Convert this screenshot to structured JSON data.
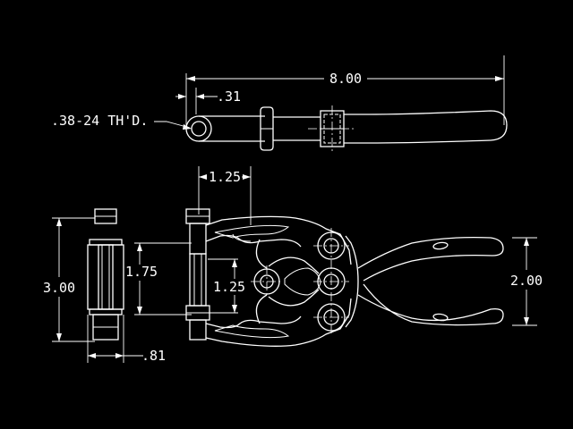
{
  "drawing": {
    "dimensions": {
      "overall_length": "8.00",
      "thread_offset": ".31",
      "thread_callout": ".38-24 TH'D.",
      "jaw_offset": "1.25",
      "body_height": "3.00",
      "jaw_span": "1.75",
      "jaw_gap": "1.25",
      "base_width": ".81",
      "handle_span": "2.00"
    },
    "colors": {
      "background": "#000000",
      "lines": "#ffffff"
    }
  }
}
